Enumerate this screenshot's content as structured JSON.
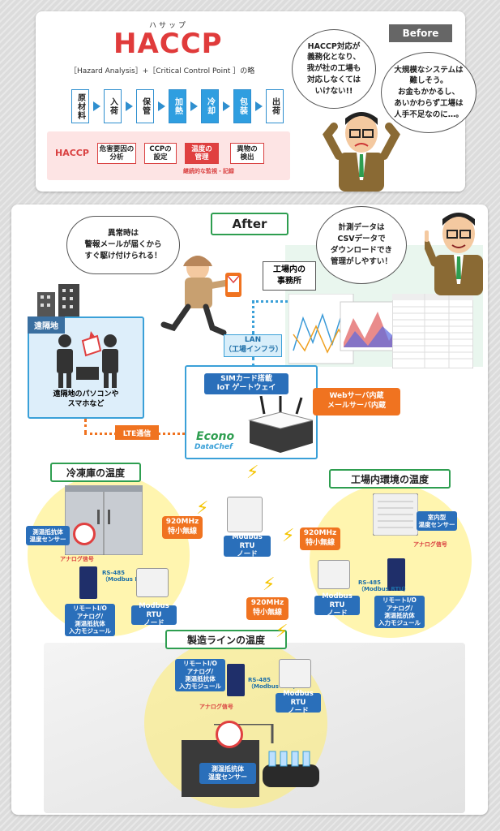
{
  "before": {
    "badge": "Before",
    "haccp_ruby": "ハサップ",
    "haccp_title": "HACCP",
    "haccp_sub": "［Hazard Analysis］+［Critical Control Point ］の略",
    "flow": [
      "原材料",
      "入荷",
      "保管",
      "加熱",
      "冷却",
      "包装",
      "出荷"
    ],
    "haccp_label": "HACCP",
    "steps": [
      "危害要因の\n分析",
      "CCPの\n設定",
      "温度の\n管理",
      "異物の\n検出"
    ],
    "monitor_note": "継続的な監視・記録",
    "bubble1": "HACCP対応が\n義務化となり、\n我が社の工場も\n対応しなくては\nいけない!!",
    "bubble2": "大規模なシステムは\n難しそう。\nお金もかかるし、\nあいかわらず工場は\n人手不足なのに…。"
  },
  "after": {
    "badge": "After",
    "bubble_alert": "異常時は\n警報メールが届くから\nすぐ駆け付けられる！",
    "bubble_csv": "計測データは\nCSVデータで\nダウンロードでき\n管理がしやすい！",
    "office_label": "工場内の\n事務所",
    "remote_label": "遠隔地",
    "remote_desc": "遠隔地のパソコンや\nスマホなど",
    "lan_label": "LAN\n（工場インフラ）",
    "lte_label": "LTE通信",
    "gateway_label": "SIMカード搭載\nIoT ゲートウェイ",
    "webserver_label": "Webサーバ内蔵\nメールサーバ内蔵",
    "brand_top": "Econo",
    "brand_bottom": "DataChef",
    "zones": {
      "freezer": "冷凍庫の温度",
      "factory_env": "工場内環境の温度",
      "production": "製造ラインの温度"
    },
    "radio_label": "920MHz\n特小無線",
    "modbus_node": "Modbus RTU\nノード",
    "rs485": "RS-485\n（Modbus RTU）",
    "remote_io": "リモートI/O\nアナログ/\n測温抵抗体\n入力モジュール",
    "rtd_sensor": "測温抵抗体\n温度センサー",
    "analog_signal": "アナログ信号",
    "room_sensor": "室内型\n温度センサー"
  },
  "colors": {
    "accent_red": "#e04040",
    "accent_blue": "#2f8fcf",
    "accent_orange": "#f07320",
    "accent_green": "#2e9e50",
    "module_blue": "#2a6fba"
  }
}
